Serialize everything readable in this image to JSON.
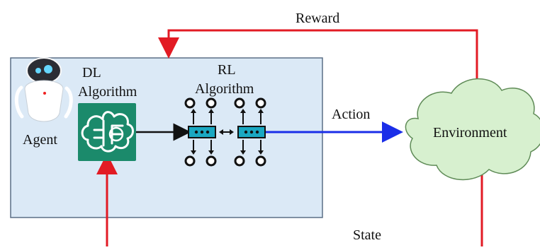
{
  "diagram": {
    "labels": {
      "reward": "Reward",
      "action": "Action",
      "state": "State",
      "agent": "Agent",
      "dl_line1": "DL",
      "dl_line2": "Algorithm",
      "rl_line1": "RL",
      "rl_line2": "Algorithm",
      "environment": "Environment"
    },
    "colors": {
      "agent_box_fill": "#dbe9f6",
      "agent_box_stroke": "#5b6f86",
      "reward_state": "#e21b24",
      "action": "#1a2ee8",
      "link": "#111111",
      "dl_icon": "#1b8a6b",
      "rl_node": "#1aa8c2",
      "cloud_fill": "#d7f0cf",
      "cloud_stroke": "#5f8b57"
    },
    "icons": [
      "robot-icon",
      "brain-gear-icon",
      "neural-node-icon"
    ]
  }
}
